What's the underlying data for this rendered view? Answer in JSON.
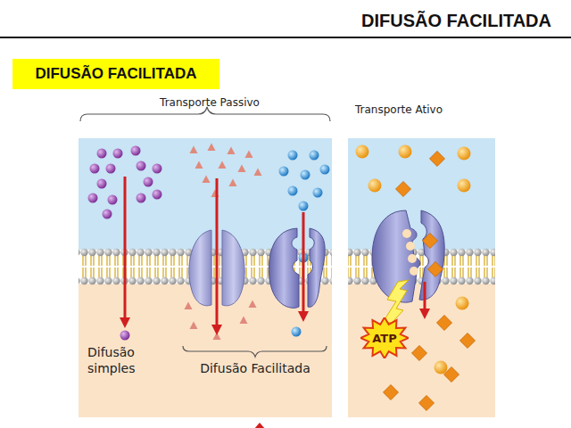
{
  "diagram": {
    "title": "DIFUSÃO FACILITADA",
    "nodes": [
      {
        "text": [
          "DIFUSÃO FACILITADA"
        ]
      },
      {
        "text": [
          "ATP"
        ]
      }
    ],
    "labels": [
      "Transporte Passivo",
      "Transporte Ativo",
      "Difusão simples",
      "Difusão Facilitada"
    ]
  }
}
